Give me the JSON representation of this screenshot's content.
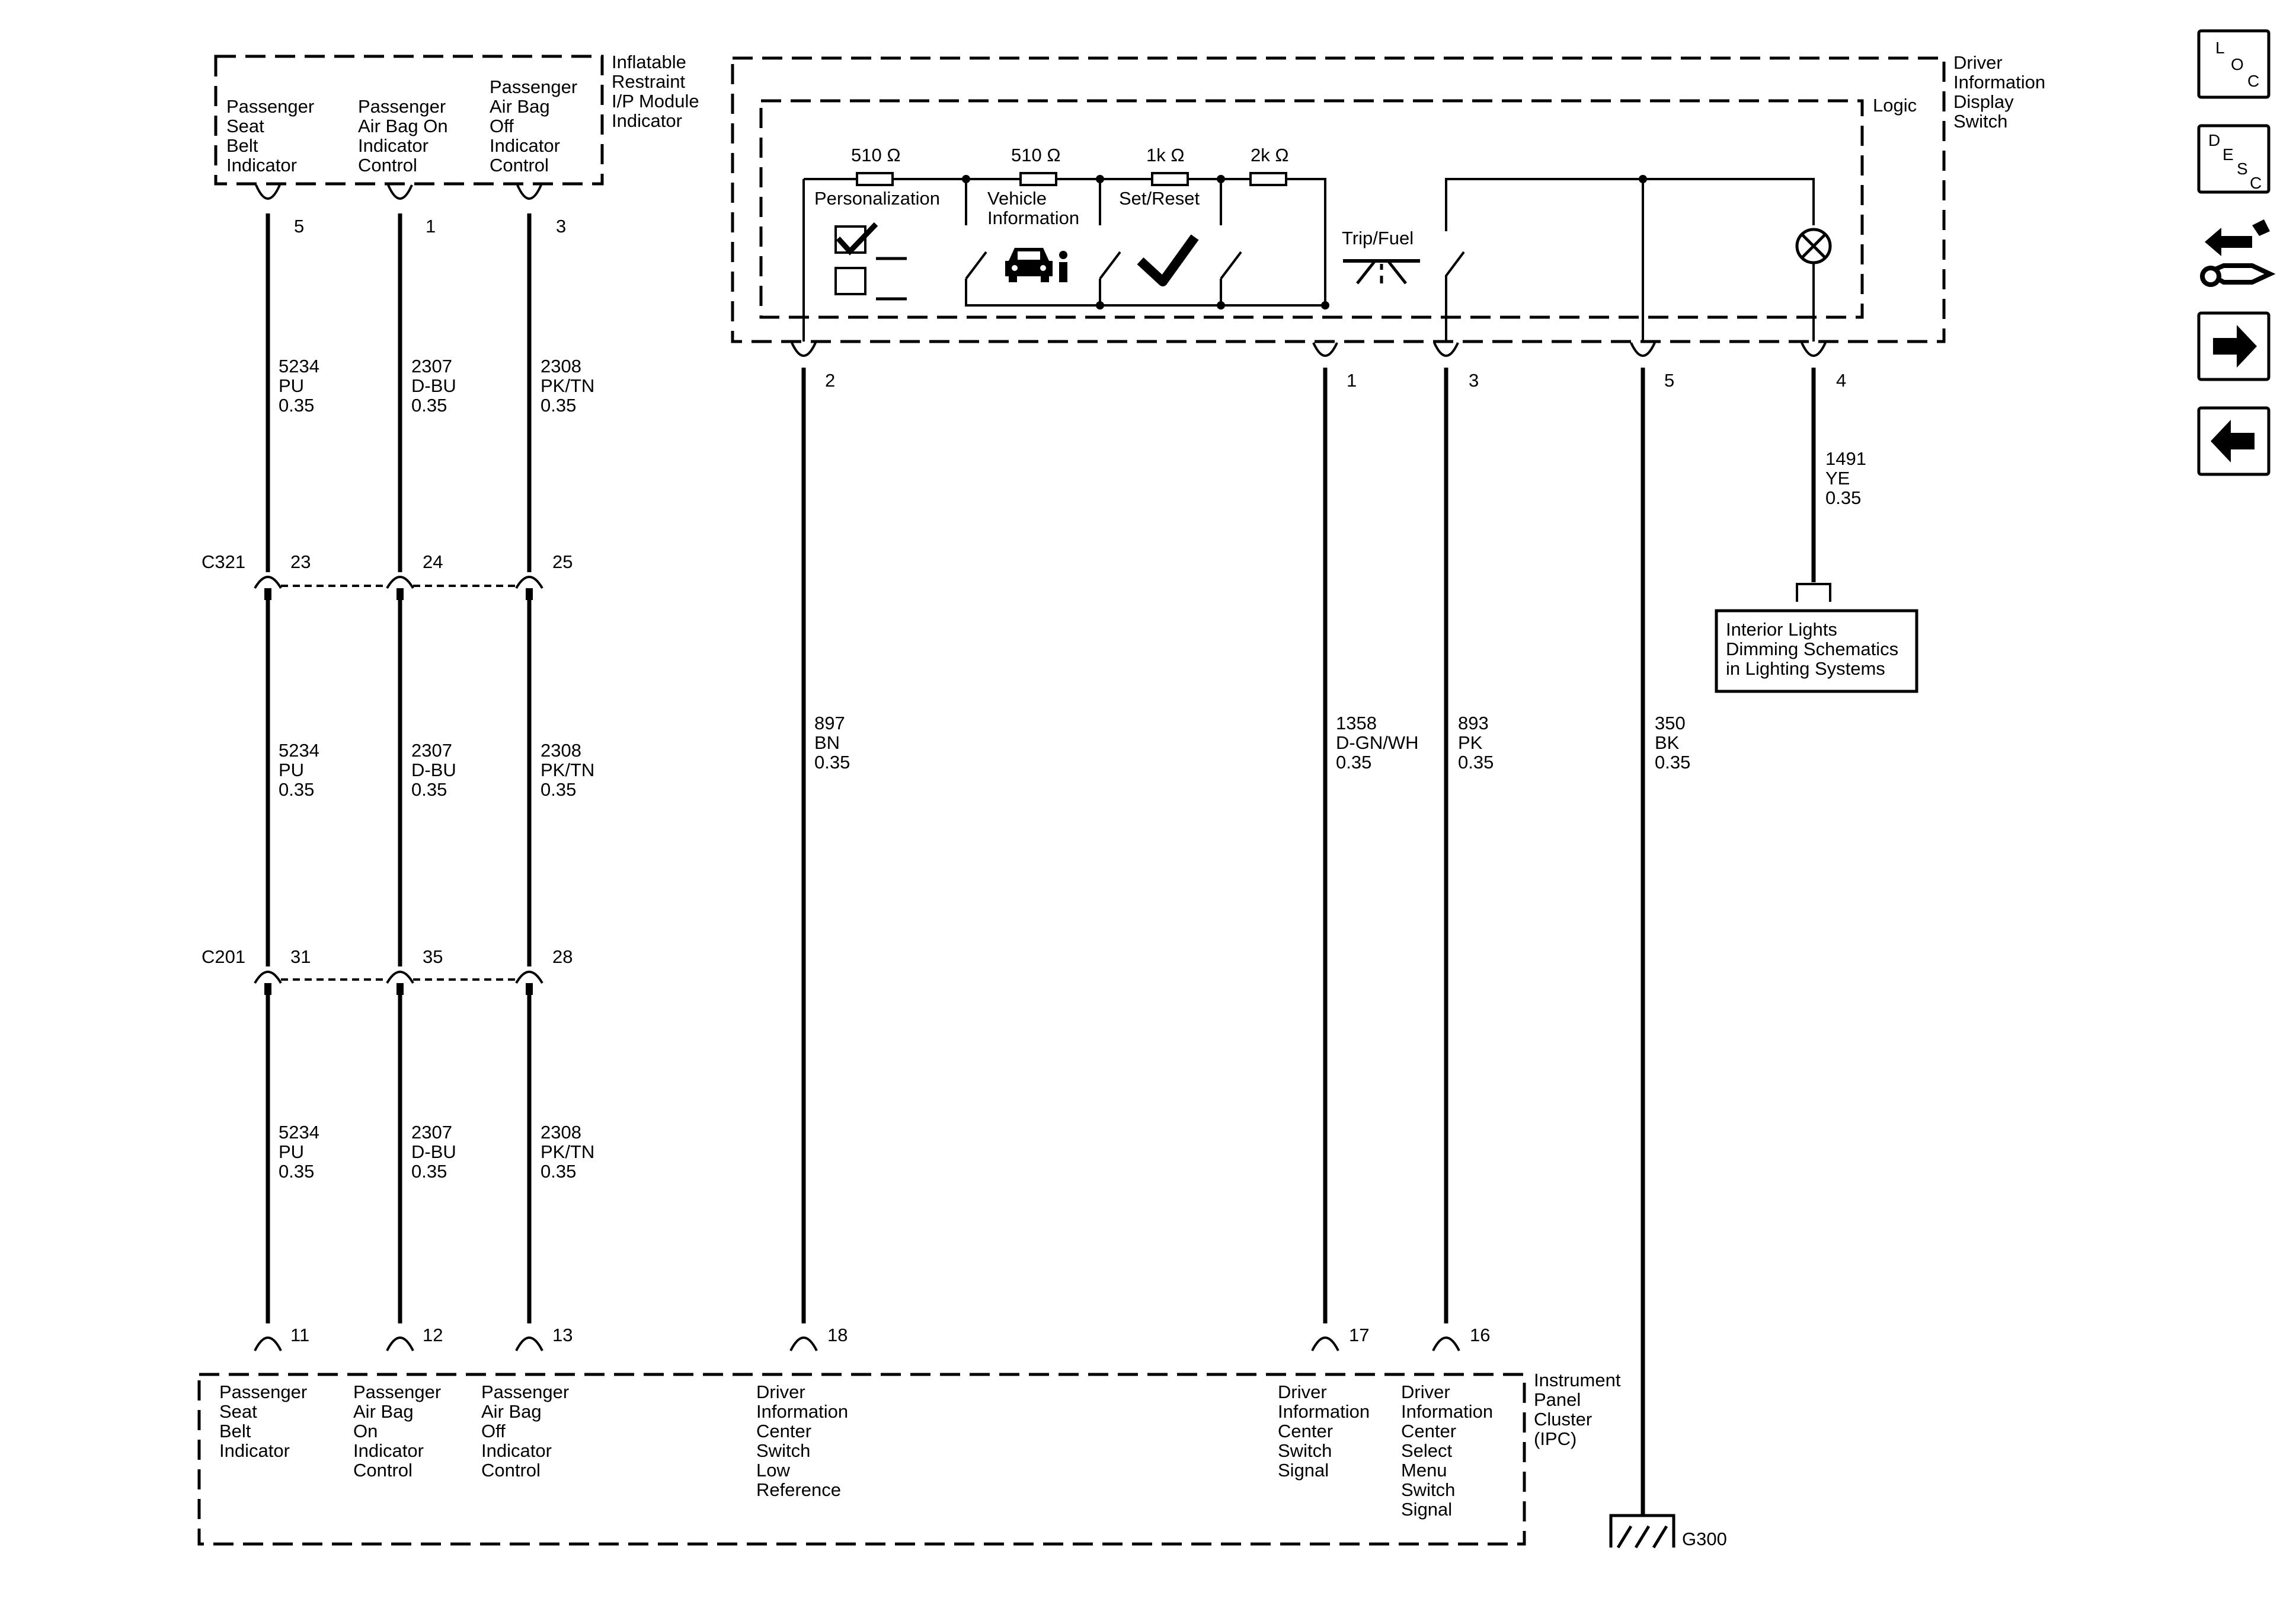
{
  "irm": {
    "title": [
      "Inflatable",
      "Restraint",
      "I/P Module",
      "Indicator"
    ],
    "pins": [
      {
        "label": [
          "Passenger",
          "Seat",
          "Belt",
          "Indicator"
        ],
        "pin": "5"
      },
      {
        "label": [
          "Passenger",
          "Air Bag On",
          "Indicator",
          "Control"
        ],
        "pin": "1"
      },
      {
        "label": [
          "Passenger",
          "Air Bag",
          "Off",
          "Indicator",
          "Control"
        ],
        "pin": "3"
      }
    ]
  },
  "dic": {
    "title": [
      "Driver",
      "Information",
      "Display",
      "Switch"
    ],
    "logic_label": "Logic",
    "resistors": [
      "510 Ω",
      "510 Ω",
      "1k Ω",
      "2k Ω"
    ],
    "buttons": [
      {
        "label": [
          "Personalization"
        ]
      },
      {
        "label": [
          "Vehicle",
          "Information"
        ]
      },
      {
        "label": [
          "Set/Reset"
        ]
      },
      {
        "label": [
          "Trip/Fuel"
        ]
      }
    ],
    "pins": [
      "2",
      "1",
      "3",
      "5",
      "4"
    ]
  },
  "wires_left": {
    "seg1": [
      {
        "circuit": "5234",
        "color": "PU",
        "gauge": "0.35"
      },
      {
        "circuit": "2307",
        "color": "D-BU",
        "gauge": "0.35"
      },
      {
        "circuit": "2308",
        "color": "PK/TN",
        "gauge": "0.35"
      }
    ],
    "seg2": [
      {
        "circuit": "5234",
        "color": "PU",
        "gauge": "0.35"
      },
      {
        "circuit": "2307",
        "color": "D-BU",
        "gauge": "0.35"
      },
      {
        "circuit": "2308",
        "color": "PK/TN",
        "gauge": "0.35"
      }
    ],
    "seg3": [
      {
        "circuit": "5234",
        "color": "PU",
        "gauge": "0.35"
      },
      {
        "circuit": "2307",
        "color": "D-BU",
        "gauge": "0.35"
      },
      {
        "circuit": "2308",
        "color": "PK/TN",
        "gauge": "0.35"
      }
    ]
  },
  "connectors": {
    "c321": {
      "name": "C321",
      "pins": [
        "23",
        "24",
        "25"
      ]
    },
    "c201": {
      "name": "C201",
      "pins": [
        "31",
        "35",
        "28"
      ]
    }
  },
  "wires_right": [
    {
      "circuit": "897",
      "color": "BN",
      "gauge": "0.35"
    },
    {
      "circuit": "1358",
      "color": "D-GN/WH",
      "gauge": "0.35"
    },
    {
      "circuit": "893",
      "color": "PK",
      "gauge": "0.35"
    },
    {
      "circuit": "350",
      "color": "BK",
      "gauge": "0.35"
    },
    {
      "circuit": "1491",
      "color": "YE",
      "gauge": "0.35"
    }
  ],
  "interior_lights": [
    "Interior Lights",
    "Dimming Schematics",
    "in Lighting Systems"
  ],
  "ground": "G300",
  "ipc": {
    "title": [
      "Instrument",
      "Panel",
      "Cluster",
      "(IPC)"
    ],
    "pins": [
      {
        "pin": "11",
        "label": [
          "Passenger",
          "Seat",
          "Belt",
          "Indicator"
        ]
      },
      {
        "pin": "12",
        "label": [
          "Passenger",
          "Air Bag",
          "On",
          "Indicator",
          "Control"
        ]
      },
      {
        "pin": "13",
        "label": [
          "Passenger",
          "Air Bag",
          "Off",
          "Indicator",
          "Control"
        ]
      },
      {
        "pin": "18",
        "label": [
          "Driver",
          "Information",
          "Center",
          "Switch",
          "Low",
          "Reference"
        ]
      },
      {
        "pin": "17",
        "label": [
          "Driver",
          "Information",
          "Center",
          "Switch",
          "Signal"
        ]
      },
      {
        "pin": "16",
        "label": [
          "Driver",
          "Information",
          "Center",
          "Select",
          "Menu",
          "Switch",
          "Signal"
        ]
      }
    ]
  },
  "nav": {
    "loc": [
      "L",
      "O",
      "C"
    ],
    "desc": [
      "D",
      "E",
      "S",
      "C"
    ]
  }
}
